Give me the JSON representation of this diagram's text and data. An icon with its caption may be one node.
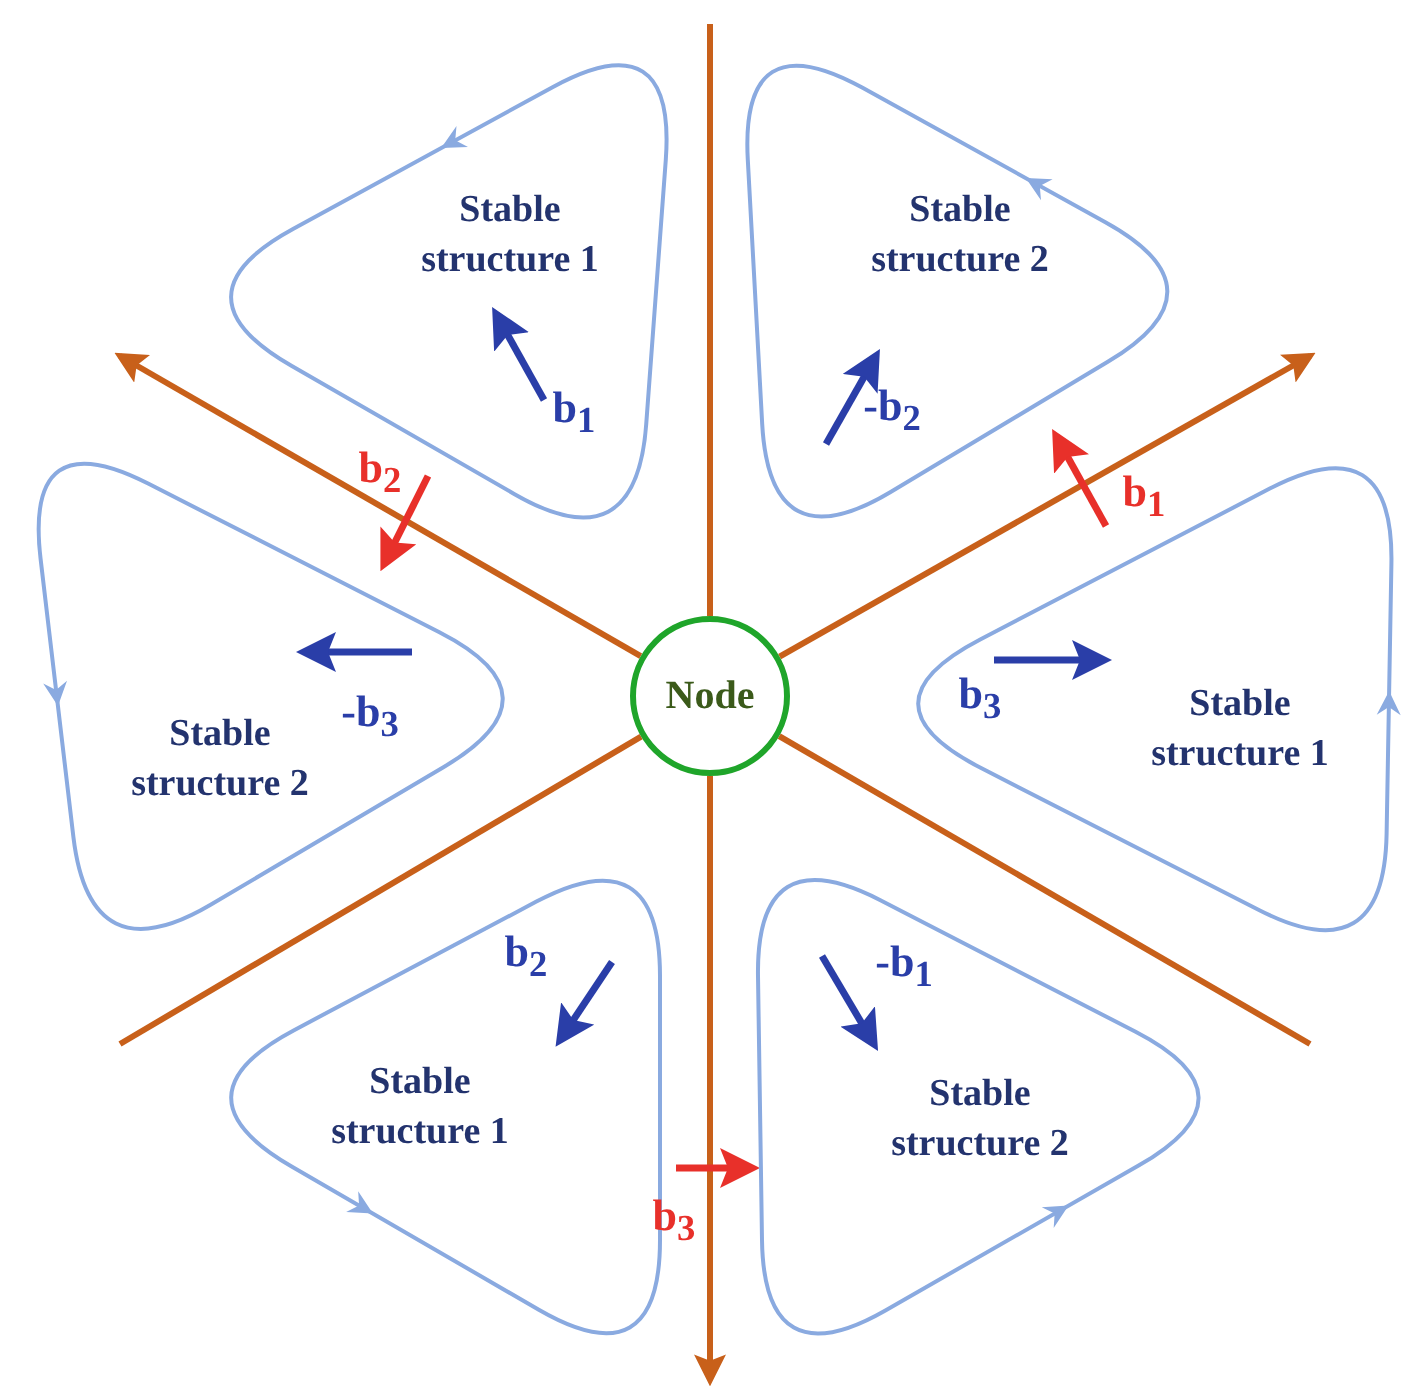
{
  "diagram": {
    "nodes": [
      {
        "text": [
          "Stable structure 1"
        ]
      },
      {
        "text": [
          "Stable structure 2"
        ]
      },
      {
        "text": [
          "Stable structure 2"
        ]
      },
      {
        "text": [
          "Node"
        ]
      },
      {
        "text": [
          "Stable structure 1"
        ]
      },
      {
        "text": [
          "Stable structure 1"
        ]
      },
      {
        "text": [
          "Stable structure 2"
        ]
      }
    ],
    "edges": [
      {
        "from": null,
        "to": 3,
        "arrow": "none"
      },
      {
        "from": 3,
        "to": null,
        "arrow": "to"
      },
      {
        "from": null,
        "to": 3,
        "arrow": "none"
      },
      {
        "from": 3,
        "to": null,
        "arrow": "to"
      },
      {
        "from": null,
        "to": 3,
        "arrow": "none"
      },
      {
        "from": 3,
        "to": null,
        "arrow": "to"
      }
    ],
    "labels": [
      "b$_{1}$",
      "-b$_{2}$",
      "b$_{2}$",
      "b$_{1}$",
      "-b$_{3}$",
      "b$_{3}$",
      "b$_{2}$",
      "-b$_{1}$",
      "b$_{3}$"
    ]
  }
}
